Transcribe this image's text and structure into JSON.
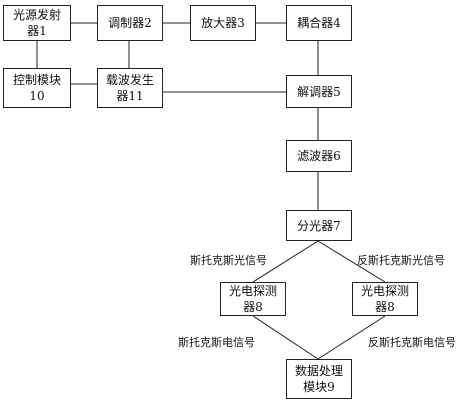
{
  "boxes": {
    "light_source": {
      "line1": "光源发射",
      "line2": "器1"
    },
    "modulator": {
      "text": "调制器2"
    },
    "amplifier": {
      "text": "放大器3"
    },
    "coupler": {
      "text": "耦合器4"
    },
    "control_module": {
      "line1": "控制模块",
      "line2": "10"
    },
    "carrier_generator": {
      "line1": "载波发生",
      "line2": "器11"
    },
    "demodulator": {
      "text": "解调器5"
    },
    "filter": {
      "text": "滤波器6"
    },
    "splitter": {
      "text": "分光器7"
    },
    "detector_left": {
      "line1": "光电探测",
      "line2": "器8"
    },
    "detector_right": {
      "line1": "光电探测",
      "line2": "器8"
    },
    "data_processing": {
      "line1": "数据处理",
      "line2": "模块9"
    }
  },
  "labels": {
    "stokes_light": "斯托克斯光信号",
    "anti_stokes_light": "反斯托克斯光信号",
    "stokes_electric": "斯托克斯电信号",
    "anti_stokes_electric": "反斯托克斯电信号"
  }
}
